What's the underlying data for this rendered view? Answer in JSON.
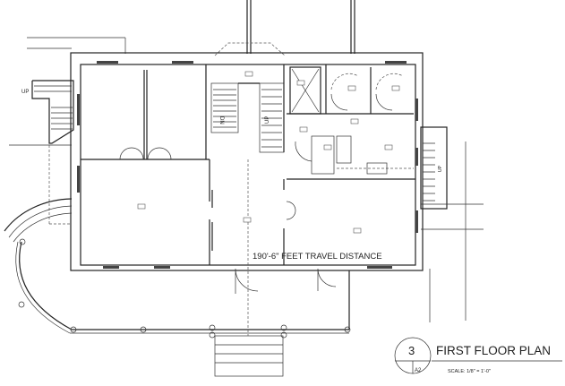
{
  "drawing": {
    "travel_distance_label": "190'-6\" FEET TRAVEL DISTANCE",
    "stair_labels": {
      "left_up": "UP",
      "center_dn": "DN",
      "center_up": "UP",
      "right_up": "UP"
    }
  },
  "title_block": {
    "detail_number": "3",
    "sheet_number": "A2",
    "title": "FIRST FLOOR PLAN",
    "scale": "SCALE:  1/8\" = 1'-0\""
  }
}
